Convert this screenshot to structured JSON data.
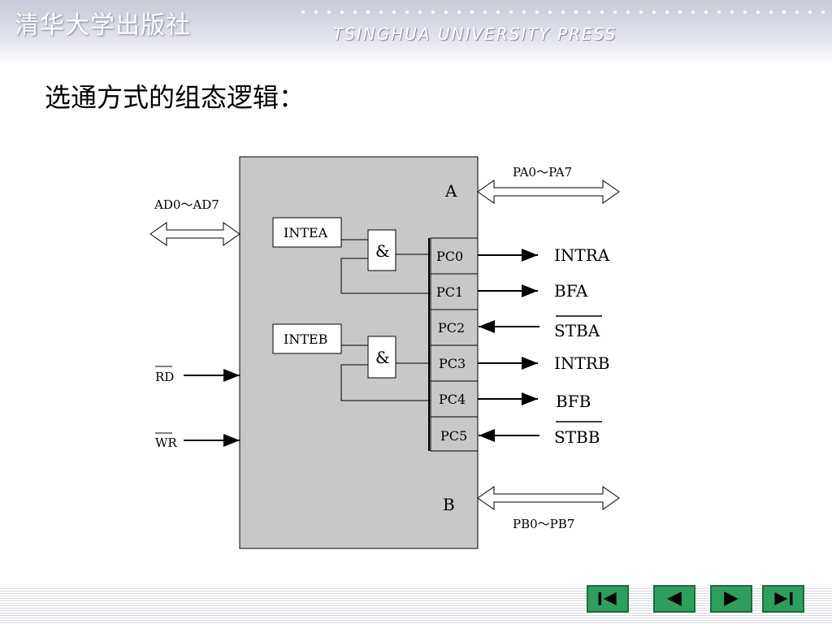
{
  "header": {
    "publisher_cn": "清华大学出版社",
    "publisher_en": "TSINGHUA UNIVERSITY PRESS"
  },
  "slide": {
    "title": "选通方式的组态逻辑："
  },
  "diagram": {
    "port_a": "A",
    "port_b": "B",
    "pa_bus": "PA0～PA7",
    "pb_bus": "PB0～PB7",
    "ad_bus": "AD0～AD7",
    "rd": "RD",
    "wr": "WR",
    "intea": "INTEA",
    "inteb": "INTEB",
    "and_symbol": "&",
    "pc": [
      "PC0",
      "PC1",
      "PC2",
      "PC3",
      "PC4",
      "PC5"
    ],
    "signals": [
      "INTRA",
      "BFA",
      "STBA",
      "INTRB",
      "BFB",
      "STBB"
    ]
  },
  "nav": {
    "first": "first-slide-icon",
    "prev": "previous-slide-icon",
    "next": "next-slide-icon",
    "last": "last-slide-icon",
    "color": "#2e9e5c"
  }
}
